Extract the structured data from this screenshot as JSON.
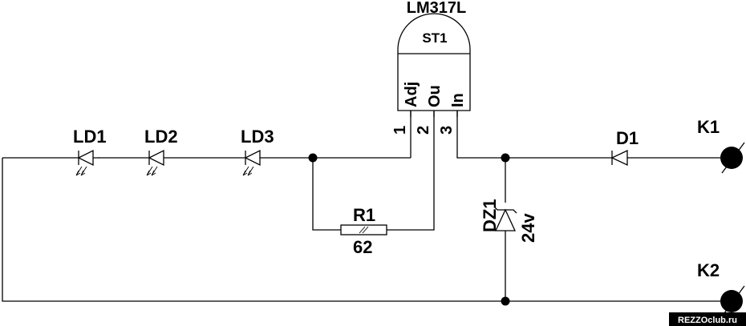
{
  "regulator": {
    "part": "LM317L",
    "ref": "ST1",
    "pin_names": [
      "Adj",
      "Ou",
      "In"
    ],
    "pin_numbers": [
      "1",
      "2",
      "3"
    ]
  },
  "leds": [
    "LD1",
    "LD2",
    "LD3"
  ],
  "resistor": {
    "ref": "R1",
    "value": "62"
  },
  "zener": {
    "ref": "DZ1",
    "value": "24v"
  },
  "diode": {
    "ref": "D1"
  },
  "connectors": [
    "K1",
    "K2"
  ],
  "watermark": "REZZOclub.ru",
  "colors": {
    "ink": "#000000",
    "background": "#ffffff",
    "watermark_bg": "#000000",
    "watermark_text": "#ffffff"
  }
}
